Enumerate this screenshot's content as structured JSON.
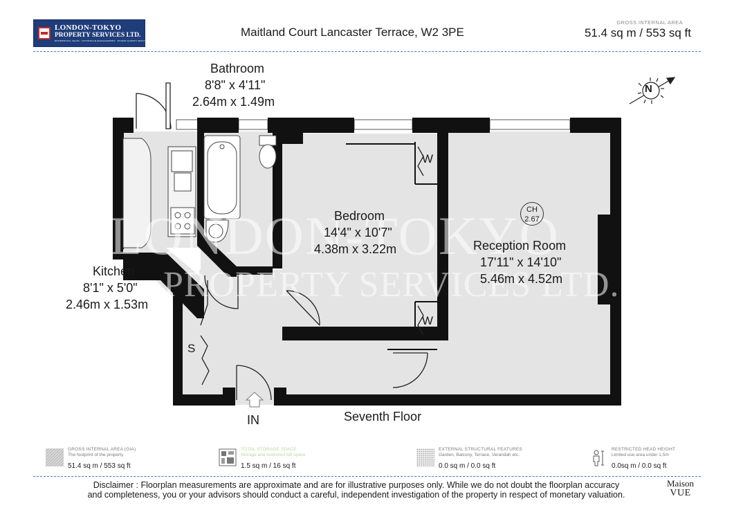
{
  "header": {
    "logo_line1": "LONDON-TOKYO",
    "logo_line2": "PROPERTY SERVICES LTD.",
    "logo_line3": "RESIDENTIAL SALES · LETTINGS & MANAGEMENT · ESTATE AGENTS SINCE 1997",
    "address": "Maitland Court Lancaster Terrace, W2 3PE",
    "gia_label": "GROSS INTERNAL AREA",
    "gia_value": "51.4 sq m / 553 sq ft"
  },
  "rooms": {
    "bathroom": {
      "name": "Bathroom",
      "imperial": "8'8\" x 4'11\"",
      "metric": "2.64m x 1.49m"
    },
    "bedroom": {
      "name": "Bedroom",
      "imperial": "14'4\" x 10'7\"",
      "metric": "4.38m x 3.22m"
    },
    "reception": {
      "name": "Reception Room",
      "imperial": "17'11\" x 14'10\"",
      "metric": "5.46m x 4.52m"
    },
    "kitchen": {
      "name": "Kitchen",
      "imperial": "8'1\" x 5'0\"",
      "metric": "2.46m x 1.53m"
    }
  },
  "labels": {
    "wardrobe_top": "W",
    "wardrobe_bottom": "W",
    "storage": "S",
    "entrance": "IN",
    "floor": "Seventh Floor",
    "ch_code": "CH",
    "ch_height": "2.67",
    "compass_letter": "N"
  },
  "watermark": {
    "line1": "LONDON-TOKYO",
    "line2": "PROPERTY SERVICES LTD."
  },
  "legend": [
    {
      "title": "GROSS INTERNAL AREA (GIA)",
      "desc": "The footprint of the property",
      "value": "51.4 sq m / 553 sq ft",
      "icon": "hatch-icon"
    },
    {
      "title": "TOTAL STORAGE SPACE",
      "desc": "Storage and restricted loft space",
      "value": "1.5 sq m / 16 sq ft",
      "icon": "storage-icon"
    },
    {
      "title": "EXTERNAL STRUCTURAL FEATURES",
      "desc": "Garden, Balcony, Terrace, Verandah etc.",
      "value": "0.0 sq m / 0.0 sq ft",
      "icon": "grid-icon"
    },
    {
      "title": "RESTRICTED HEAD HEIGHT",
      "desc": "Limited use area under 1.5m",
      "value": "0.0sq m / 0.0 sq ft",
      "icon": "person-icon"
    }
  ],
  "footer": {
    "disclaimer_line1": "Disclaimer : Floorplan measurements are approximate and are for illustrative purposes only. While we do not doubt the floorplan accuracy",
    "disclaimer_line2": "and completeness, you or your advisors should conduct a careful, independent investigation of the property in respect of monetary valuation.",
    "brand_line1": "Maison",
    "brand_line2": "VUE"
  },
  "colors": {
    "logo_bg": "#1f3d7a",
    "divider": "#4a74b8",
    "wall": "#111111",
    "floor": "#e4e4e4"
  }
}
